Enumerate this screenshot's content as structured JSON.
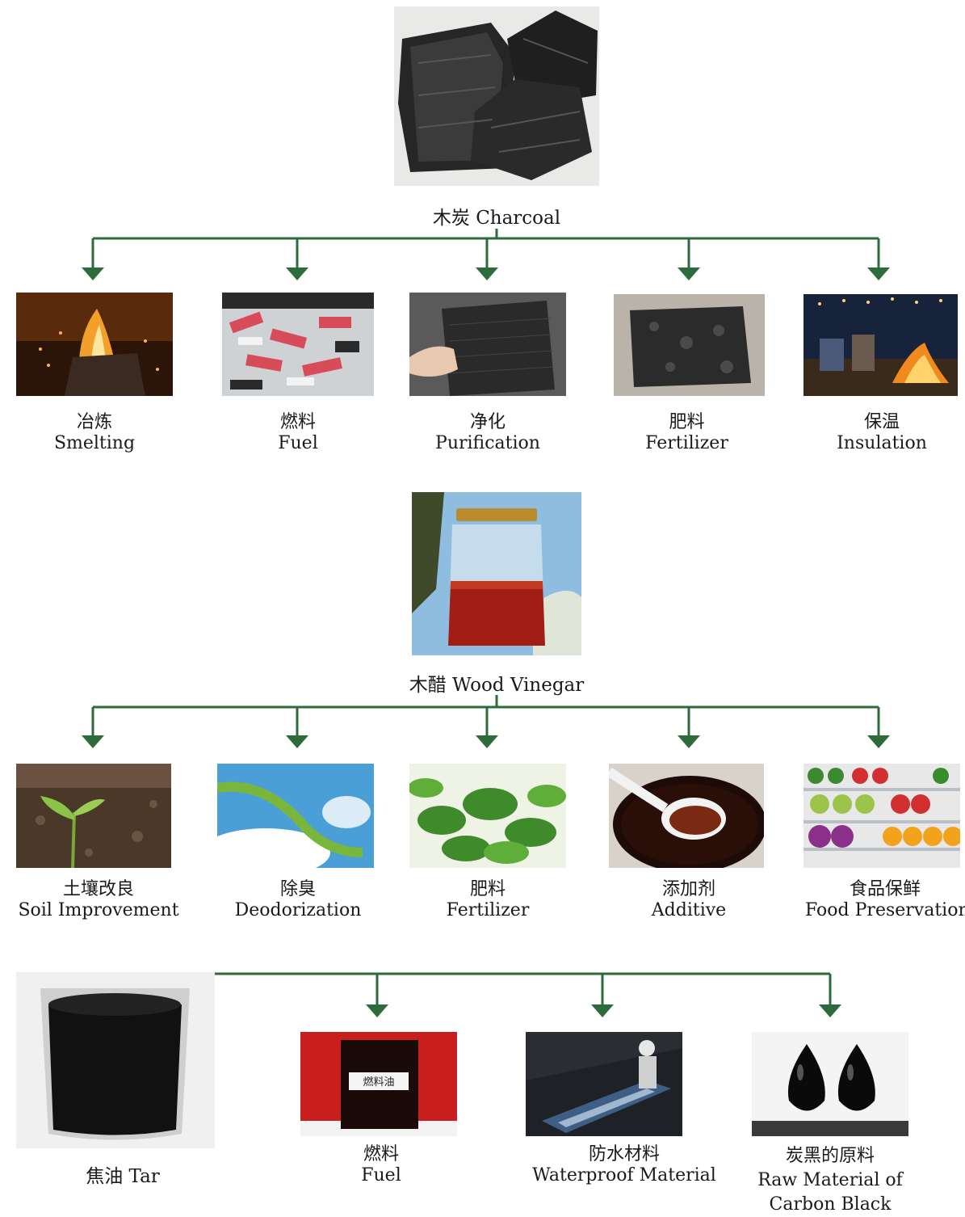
{
  "colors": {
    "connector": "#2e6b3a"
  },
  "charcoal": {
    "label_cn": "木炭",
    "label_en": "Charcoal",
    "uses": [
      {
        "cn": "冶炼",
        "en": "Smelting",
        "icon": "smelting-photo"
      },
      {
        "cn": "燃料",
        "en": "Fuel",
        "icon": "bbq-charcoal-photo"
      },
      {
        "cn": "净化",
        "en": "Purification",
        "icon": "carbon-filter-photo"
      },
      {
        "cn": "肥料",
        "en": "Fertilizer",
        "icon": "charcoal-soil-photo"
      },
      {
        "cn": "保温",
        "en": "Insulation",
        "icon": "campfire-photo"
      }
    ]
  },
  "vinegar": {
    "label_cn": "木醋",
    "label_en": "Wood Vinegar",
    "uses": [
      {
        "cn": "土壤改良",
        "en": "Soil Improvement",
        "icon": "seedling-photo"
      },
      {
        "cn": "除臭",
        "en": "Deodorization",
        "icon": "fresh-air-photo"
      },
      {
        "cn": "肥料",
        "en": "Fertilizer",
        "icon": "leaves-photo"
      },
      {
        "cn": "添加剂",
        "en": "Additive",
        "icon": "spoon-liquid-photo"
      },
      {
        "cn": "食品保鲜",
        "en": "Food Preservation",
        "icon": "produce-shelf-photo"
      }
    ]
  },
  "tar": {
    "label_cn": "焦油",
    "label_en": "Tar",
    "uses": [
      {
        "cn": "燃料",
        "en": "Fuel",
        "icon": "fuel-oil-bottle-photo",
        "bottle_label": "燃料油"
      },
      {
        "cn": "防水材料",
        "en": "Waterproof Material",
        "icon": "roof-waterproofing-photo"
      },
      {
        "cn": "炭黑的原料",
        "en": "Raw Material of",
        "en2": "Carbon Black",
        "icon": "carbon-black-photo"
      }
    ]
  }
}
